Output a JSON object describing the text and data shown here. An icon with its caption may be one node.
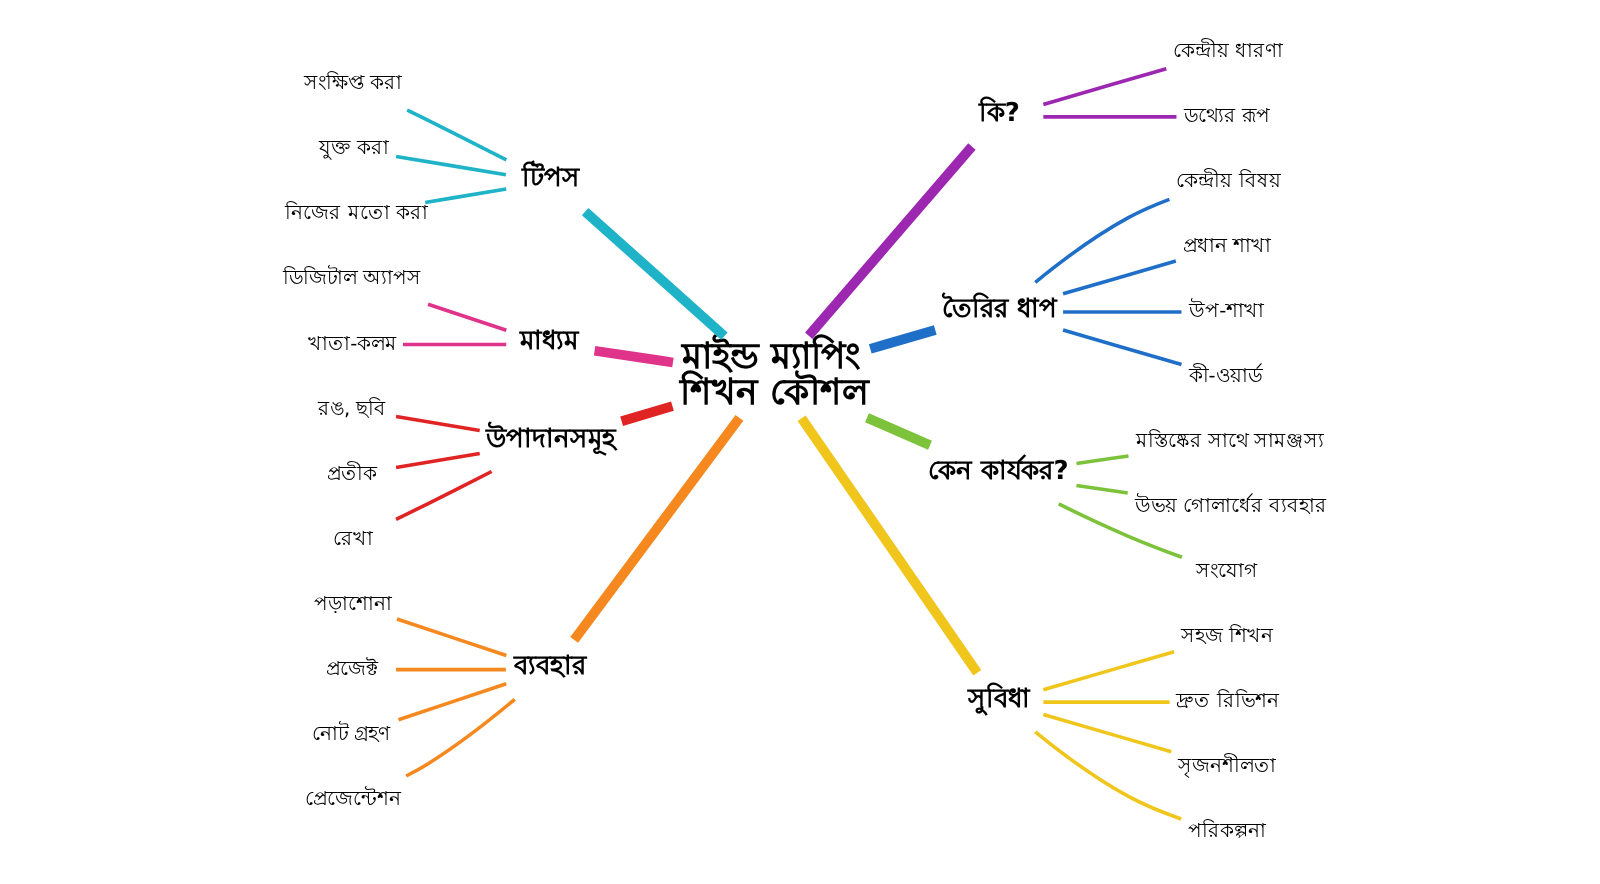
{
  "diagram": {
    "nodes": [
      {
        "text": [
          "মাইন্ড ম্যাপিং শিখন কৌশল"
        ]
      },
      {
        "text": [
          "টিপস"
        ]
      },
      {
        "text": [
          "সংক্ষিপ্ত করা"
        ]
      },
      {
        "text": [
          "যুক্ত করা"
        ]
      },
      {
        "text": [
          "নিজের মতো করা"
        ]
      },
      {
        "text": [
          "মাধ্যম"
        ]
      },
      {
        "text": [
          "ডিজিটাল অ্যাপস"
        ]
      },
      {
        "text": [
          "খাতা-কলম"
        ]
      },
      {
        "text": [
          "উপাদানসমূহ"
        ]
      },
      {
        "text": [
          "রঙ, ছবি"
        ]
      },
      {
        "text": [
          "প্রতীক"
        ]
      },
      {
        "text": [
          "রেখা"
        ]
      },
      {
        "text": [
          "ব্যবহার"
        ]
      },
      {
        "text": [
          "পড়াশোনা"
        ]
      },
      {
        "text": [
          "প্রজেক্ট"
        ]
      },
      {
        "text": [
          "নোট গ্রহণ"
        ]
      },
      {
        "text": [
          "প্রেজেন্টেশন"
        ]
      },
      {
        "text": [
          "কি?"
        ]
      },
      {
        "text": [
          "কেন্দ্রীয় ধারণা"
        ]
      },
      {
        "text": [
          "ডথ্যের রূপ"
        ]
      },
      {
        "text": [
          "তৈরির ধাপ"
        ]
      },
      {
        "text": [
          "কেন্দ্রীয় বিষয়"
        ]
      },
      {
        "text": [
          "প্রধান শাখা"
        ]
      },
      {
        "text": [
          "উপ-শাখা"
        ]
      },
      {
        "text": [
          "কী-ওয়ার্ড"
        ]
      },
      {
        "text": [
          "কেন কার্যকর?"
        ]
      },
      {
        "text": [
          "মস্তিষ্কের সাথে সামঞ্জস্য"
        ]
      },
      {
        "text": [
          "উভয় গোলার্ধের ব্যবহার"
        ]
      },
      {
        "text": [
          "সংযোগ"
        ]
      },
      {
        "text": [
          "সুবিধা"
        ]
      },
      {
        "text": [
          "সহজ শিখন"
        ]
      },
      {
        "text": [
          "দ্রুত রিভিশন"
        ]
      },
      {
        "text": [
          "সৃজনশীলতা"
        ]
      },
      {
        "text": [
          "পরিকল্পনা"
        ]
      }
    ],
    "edges": [
      {
        "from": 0,
        "to": 1,
        "arrow": "none",
        "style": "thick",
        "color": "#1fb3c8"
      },
      {
        "from": 1,
        "to": 2,
        "arrow": "none",
        "color": "#1fb3c8"
      },
      {
        "from": 1,
        "to": 3,
        "arrow": "none",
        "color": "#1fb3c8"
      },
      {
        "from": 1,
        "to": 4,
        "arrow": "none",
        "color": "#1fb3c8"
      },
      {
        "from": 0,
        "to": 5,
        "arrow": "none",
        "style": "thick",
        "color": "#e0338a"
      },
      {
        "from": 5,
        "to": 6,
        "arrow": "none",
        "color": "#e0338a"
      },
      {
        "from": 5,
        "to": 7,
        "arrow": "none",
        "color": "#e0338a"
      },
      {
        "from": 0,
        "to": 8,
        "arrow": "none",
        "style": "thick",
        "color": "#e02424"
      },
      {
        "from": 8,
        "to": 9,
        "arrow": "none",
        "color": "#e02424"
      },
      {
        "from": 8,
        "to": 10,
        "arrow": "none",
        "color": "#e02424"
      },
      {
        "from": 8,
        "to": 11,
        "arrow": "none",
        "color": "#e02424"
      },
      {
        "from": 0,
        "to": 12,
        "arrow": "none",
        "style": "thick",
        "color": "#f5891f"
      },
      {
        "from": 12,
        "to": 13,
        "arrow": "none",
        "color": "#f5891f"
      },
      {
        "from": 12,
        "to": 14,
        "arrow": "none",
        "color": "#f5891f"
      },
      {
        "from": 12,
        "to": 15,
        "arrow": "none",
        "color": "#f5891f"
      },
      {
        "from": 12,
        "to": 16,
        "arrow": "none",
        "color": "#f5891f"
      },
      {
        "from": 0,
        "to": 17,
        "arrow": "none",
        "style": "thick",
        "color": "#9c27b0"
      },
      {
        "from": 17,
        "to": 18,
        "arrow": "none",
        "color": "#9c27b0"
      },
      {
        "from": 17,
        "to": 19,
        "arrow": "none",
        "color": "#9c27b0"
      },
      {
        "from": 0,
        "to": 20,
        "arrow": "none",
        "style": "thick",
        "color": "#1f6fc9"
      },
      {
        "from": 20,
        "to": 21,
        "arrow": "none",
        "color": "#1f6fc9"
      },
      {
        "from": 20,
        "to": 22,
        "arrow": "none",
        "color": "#1f6fc9"
      },
      {
        "from": 20,
        "to": 23,
        "arrow": "none",
        "color": "#1f6fc9"
      },
      {
        "from": 20,
        "to": 24,
        "arrow": "none",
        "color": "#1f6fc9"
      },
      {
        "from": 0,
        "to": 25,
        "arrow": "none",
        "style": "thick",
        "color": "#7cc23a"
      },
      {
        "from": 25,
        "to": 26,
        "arrow": "none",
        "color": "#7cc23a"
      },
      {
        "from": 25,
        "to": 27,
        "arrow": "none",
        "color": "#7cc23a"
      },
      {
        "from": 25,
        "to": 28,
        "arrow": "none",
        "color": "#7cc23a"
      },
      {
        "from": 0,
        "to": 29,
        "arrow": "none",
        "style": "thick",
        "color": "#f0c61c"
      },
      {
        "from": 29,
        "to": 30,
        "arrow": "none",
        "color": "#f0c61c"
      },
      {
        "from": 29,
        "to": 31,
        "arrow": "none",
        "color": "#f0c61c"
      },
      {
        "from": 29,
        "to": 32,
        "arrow": "none",
        "color": "#f0c61c"
      },
      {
        "from": 29,
        "to": 33,
        "arrow": "none",
        "color": "#f0c61c"
      }
    ]
  }
}
